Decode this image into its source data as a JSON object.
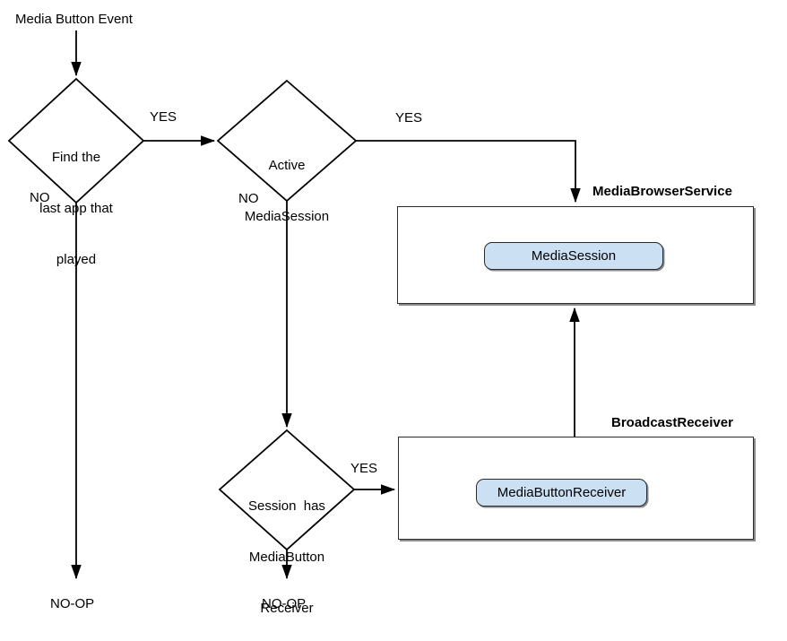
{
  "diagram": {
    "title_text": "Media Button Event",
    "entry_label": "Media Button Event",
    "decisions": [
      {
        "id": "find-last-app",
        "lines": [
          "Find the",
          "last app that",
          "played"
        ],
        "yes_label": "YES",
        "no_label": "NO"
      },
      {
        "id": "active-mediasession",
        "lines": [
          "Active",
          "MediaSession"
        ],
        "yes_label": "YES",
        "no_label": "NO"
      },
      {
        "id": "session-has-mediabutton-receiver",
        "lines": [
          "Session  has",
          "MediaButton",
          "Receiver"
        ],
        "yes_label": "YES"
      }
    ],
    "containers": [
      {
        "id": "mediabrowserservice",
        "title": "MediaBrowserService",
        "child": "MediaSession"
      },
      {
        "id": "broadcastreceiver",
        "title": "BroadcastReceiver",
        "child": "MediaButtonReceiver"
      }
    ],
    "terminals": [
      {
        "id": "noop-left",
        "label": "NO-OP"
      },
      {
        "id": "noop-center",
        "label": "NO-OP"
      }
    ],
    "colors": {
      "pill_fill": "#cce0f4",
      "stroke": "#2b2b2b",
      "background": "#ffffff",
      "text": "#000000"
    }
  }
}
